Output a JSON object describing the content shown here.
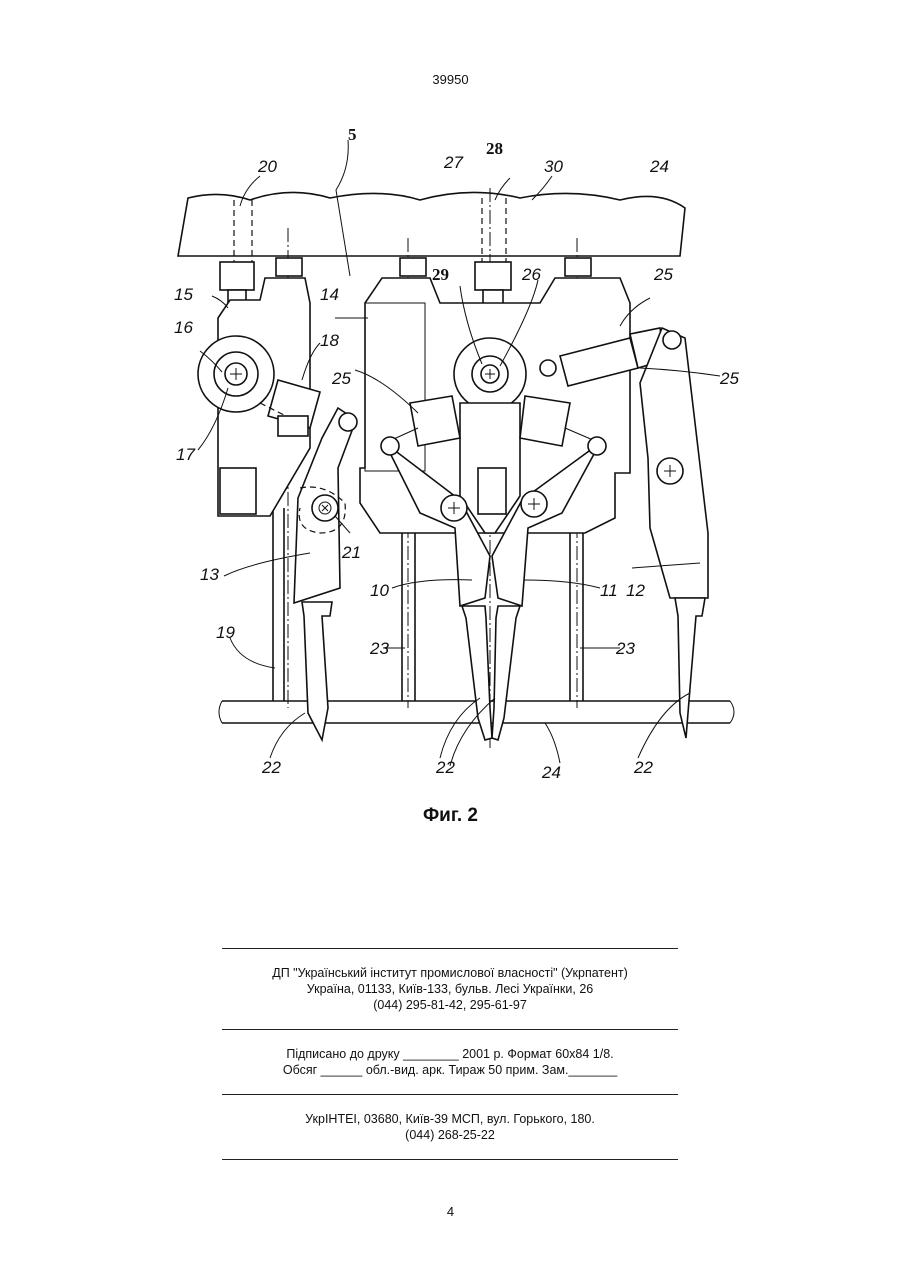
{
  "header": {
    "doc_number": "39950"
  },
  "figure": {
    "caption": "Фиг. 2",
    "labels": {
      "l5": "5",
      "l20": "20",
      "l27": "27",
      "l28": "28",
      "l30": "30",
      "l24a": "24",
      "l15": "15",
      "l14": "14",
      "l29": "29",
      "l26": "26",
      "l25a": "25",
      "l16": "16",
      "l18": "18",
      "l25b": "25",
      "l25c": "25",
      "l17": "17",
      "l21": "21",
      "l13": "13",
      "l10": "10",
      "l11": "11",
      "l12": "12",
      "l19": "19",
      "l23a": "23",
      "l23b": "23",
      "l22a": "22",
      "l22b": "22",
      "l24b": "24",
      "l22c": "22"
    }
  },
  "imprint": {
    "org_line1": "ДП \"Український інститут промислової власності\" (Укрпатент)",
    "org_line2": "Україна, 01133, Київ-133, бульв. Лесі Українки, 26",
    "org_line3": "(044) 295-81-42, 295-61-97",
    "sign_line1": "Підписано до друку ________ 2001 р.    Формат 60х84 1/8.",
    "sign_line2": "Обсяг ______ обл.-вид. арк.   Тираж 50 прим.    Зам._______",
    "print_line1": "УкрІНТЕІ, 03680, Київ-39 МСП, вул. Горького, 180.",
    "print_line2": "(044) 268-25-22"
  },
  "footer": {
    "page_number": "4"
  }
}
